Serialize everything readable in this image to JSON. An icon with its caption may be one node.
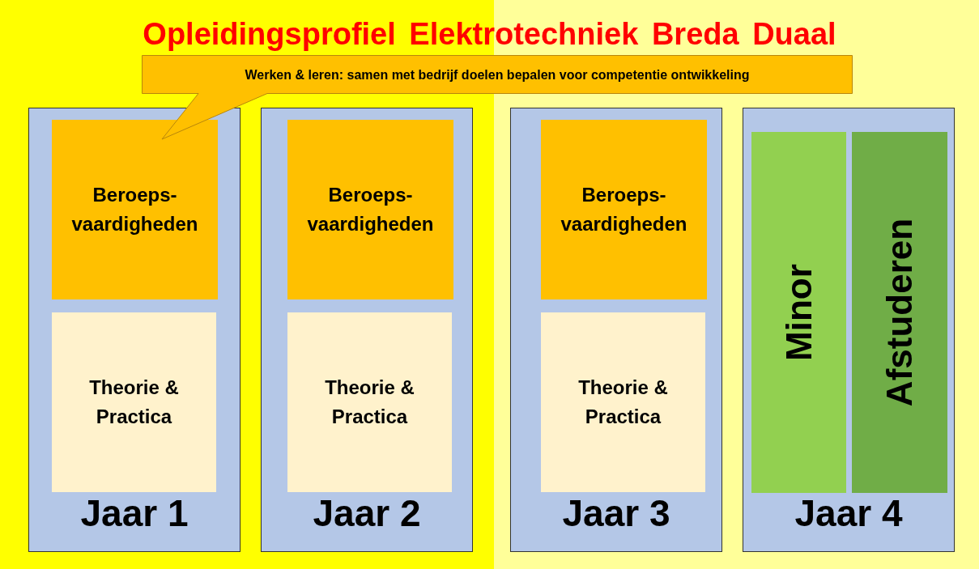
{
  "diagram": {
    "title": "Opleidingsprofiel Elektrotechniek Breda Duaal",
    "nodes": [
      {
        "text": [
          "Werken & leren: samen met bedrijf doelen bepalen voor competentie ontwikkeling"
        ]
      },
      {
        "text": [
          "Jaar 1"
        ]
      },
      {
        "text": [
          "Beroeps- vaardigheden"
        ],
        "in": 1
      },
      {
        "text": [
          "Theorie & Practica"
        ],
        "in": 1
      },
      {
        "text": [
          "Jaar 2"
        ]
      },
      {
        "text": [
          "Beroeps- vaardigheden"
        ],
        "in": 4
      },
      {
        "text": [
          "Theorie & Practica"
        ],
        "in": 4
      },
      {
        "text": [
          "Jaar 3"
        ]
      },
      {
        "text": [
          "Beroeps- vaardigheden"
        ],
        "in": 7
      },
      {
        "text": [
          "Theorie & Practica"
        ],
        "in": 7
      },
      {
        "text": [
          "Jaar 4"
        ]
      },
      {
        "text": [
          "Minor"
        ],
        "in": 10
      },
      {
        "text": [
          "Afstuderen"
        ],
        "in": 10
      }
    ]
  }
}
